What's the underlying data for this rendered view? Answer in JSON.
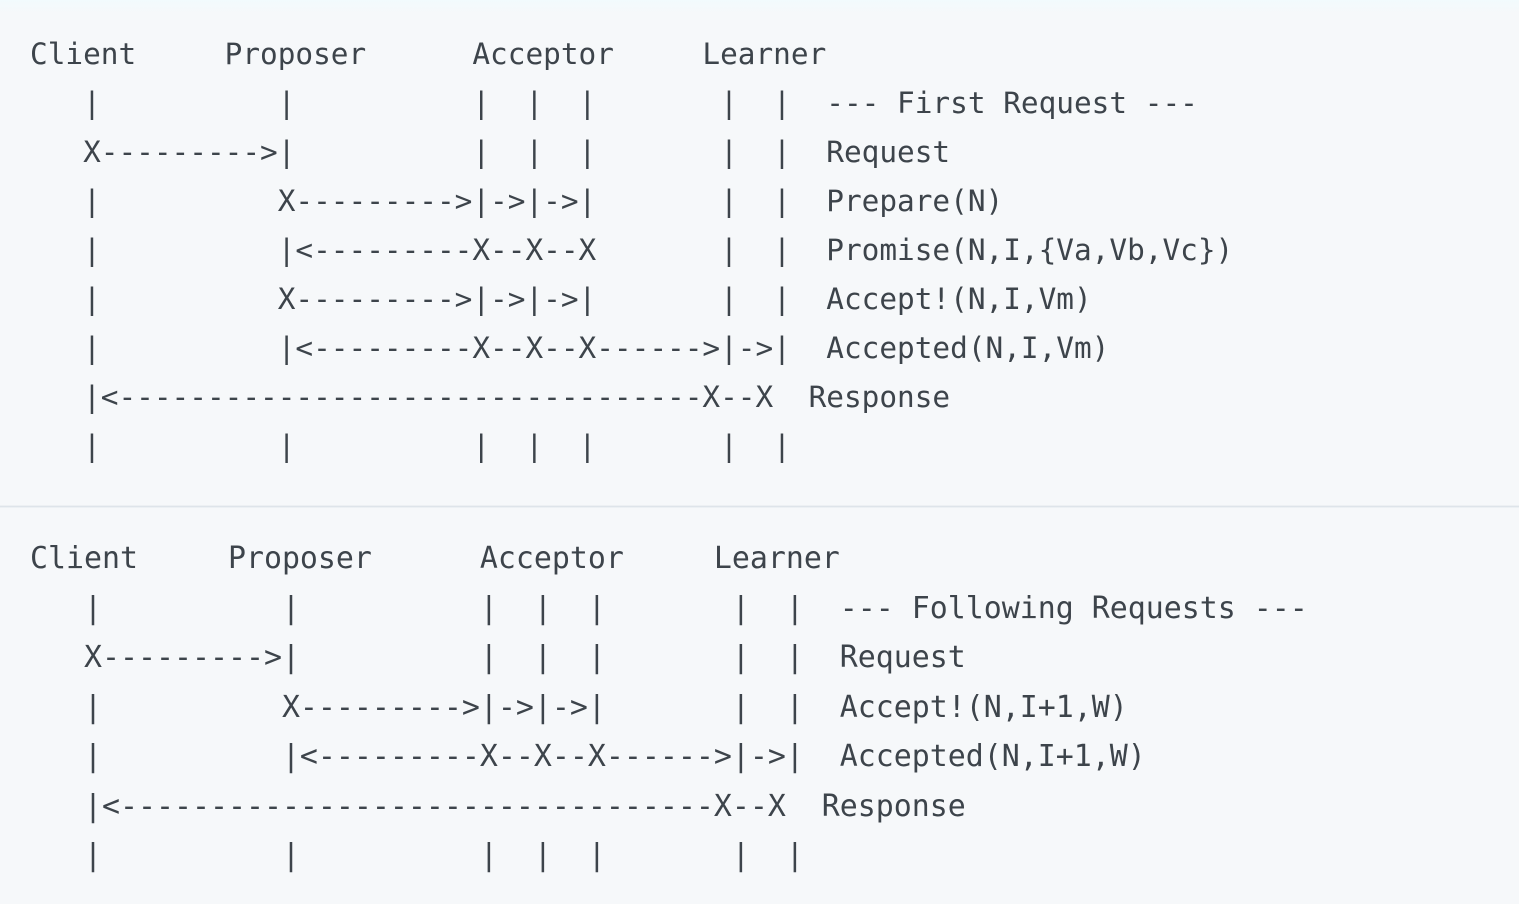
{
  "meta": {
    "diagram_kind": "ascii-sequence-diagram",
    "protocol": "Paxos",
    "text_color": "#3d444b",
    "background_color": "#f6f8fa",
    "background_top_tint": "#f2fbfd",
    "separator_color": "#d8dee5"
  },
  "columns": [
    "Client",
    "Proposer",
    "Acceptor",
    "Learner"
  ],
  "blocks": [
    {
      "id": "first-request",
      "title": "--- First Request ---",
      "header_line": "Client     Proposer      Acceptor     Learner",
      "lines": [
        {
          "name": "lifeline-top",
          "diagram": "   |          |          |  |  |       |  |",
          "label": "--- First Request ---"
        },
        {
          "name": "request",
          "diagram": "   X--------->|          |  |  |       |  |",
          "label": "Request"
        },
        {
          "name": "prepare",
          "diagram": "   |          X--------->|->|->|       |  |",
          "label": "Prepare(N)"
        },
        {
          "name": "promise",
          "diagram": "   |          |<---------X--X--X       |  |",
          "label": "Promise(N,I,{Va,Vb,Vc})"
        },
        {
          "name": "accept-request",
          "diagram": "   |          X--------->|->|->|       |  |",
          "label": "Accept!(N,I,Vm)"
        },
        {
          "name": "accepted",
          "diagram": "   |          |<---------X--X--X------>|->|",
          "label": "Accepted(N,I,Vm)"
        },
        {
          "name": "response",
          "diagram": "   |<---------------------------------X--X",
          "label": "Response"
        },
        {
          "name": "lifeline-bottom",
          "diagram": "   |          |          |  |  |       |  |",
          "label": ""
        }
      ]
    },
    {
      "id": "following-requests",
      "title": "--- Following Requests ---",
      "header_line": "Client     Proposer      Acceptor     Learner",
      "lines": [
        {
          "name": "lifeline-top",
          "diagram": "   |          |          |  |  |       |  |",
          "label": "--- Following Requests ---"
        },
        {
          "name": "request",
          "diagram": "   X--------->|          |  |  |       |  |",
          "label": "Request"
        },
        {
          "name": "accept-request",
          "diagram": "   |          X--------->|->|->|       |  |",
          "label": "Accept!(N,I+1,W)"
        },
        {
          "name": "accepted",
          "diagram": "   |          |<---------X--X--X------>|->|",
          "label": "Accepted(N,I+1,W)"
        },
        {
          "name": "response",
          "diagram": "   |<---------------------------------X--X",
          "label": "Response"
        },
        {
          "name": "lifeline-bottom",
          "diagram": "   |          |          |  |  |       |  |",
          "label": ""
        }
      ]
    }
  ],
  "rendered": {
    "first_request_text": "Client     Proposer      Acceptor     Learner\n   |          |          |  |  |       |  |  --- First Request ---\n   X--------->|          |  |  |       |  |  Request\n   |          X--------->|->|->|       |  |  Prepare(N)\n   |          |<---------X--X--X       |  |  Promise(N,I,{Va,Vb,Vc})\n   |          X--------->|->|->|       |  |  Accept!(N,I,Vm)\n   |          |<---------X--X--X------>|->|  Accepted(N,I,Vm)\n   |<---------------------------------X--X  Response\n   |          |          |  |  |       |  |",
    "following_requests_text": "Client     Proposer      Acceptor     Learner\n   |          |          |  |  |       |  |  --- Following Requests ---\n   X--------->|          |  |  |       |  |  Request\n   |          X--------->|->|->|       |  |  Accept!(N,I+1,W)\n   |          |<---------X--X--X------>|->|  Accepted(N,I+1,W)\n   |<---------------------------------X--X  Response\n   |          |          |  |  |       |  |"
  }
}
